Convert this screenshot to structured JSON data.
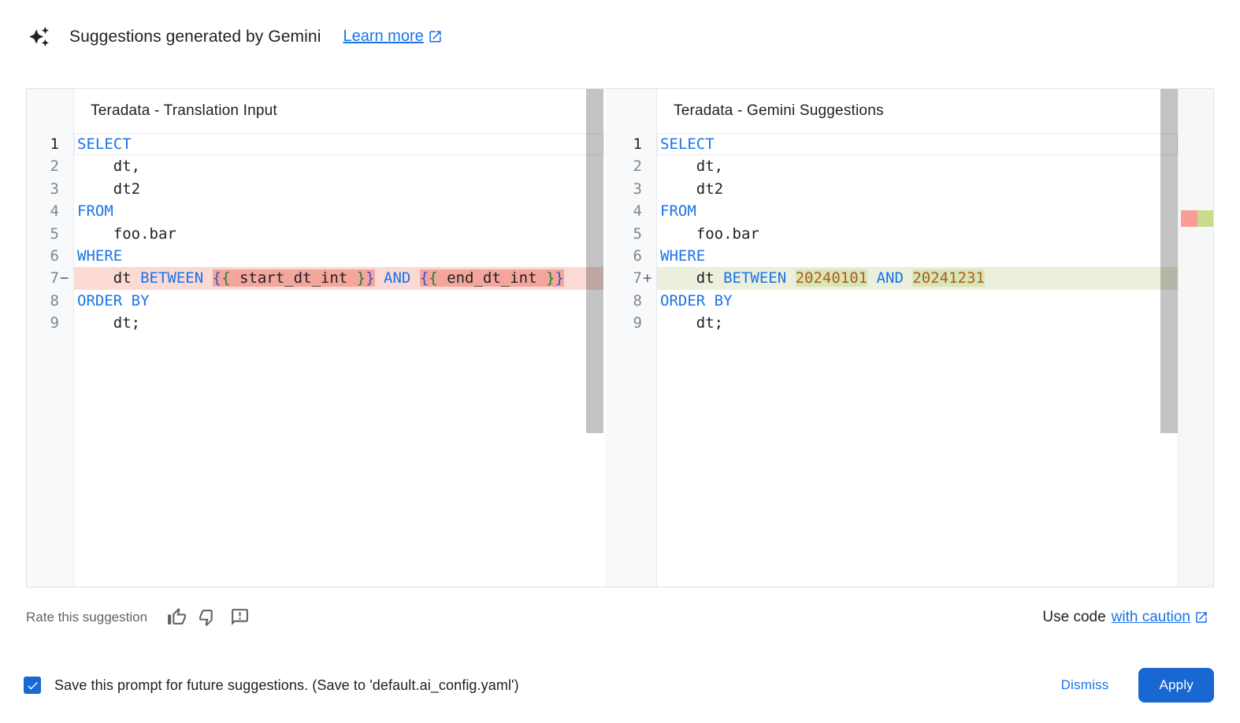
{
  "colors": {
    "link": "#1a73e8",
    "apply_button_bg": "#1967d2",
    "checkbox_bg": "#1967d2",
    "keyword": "#1a73e8",
    "number_literal": "#a8601a",
    "brace_outer": "#3551c9",
    "brace_inner": "#188038",
    "del_line_bg": "#fbd9d5",
    "del_word_bg": "#f5a69c",
    "add_line_bg": "#eaf0dc",
    "add_word_bg": "#d9e5b8",
    "ruler_del": "#fb9d94",
    "ruler_add": "#c7dc8d"
  },
  "header": {
    "sparkle_icon": "gemini-sparkle",
    "title": "Suggestions generated by Gemini",
    "learn_more_label": "Learn more",
    "external_link_icon": "open-in-new"
  },
  "diff_view": {
    "panels": [
      {
        "title": "Teradata - Translation Input",
        "side": "translation-input",
        "lines": [
          {
            "n": 1,
            "tokens": [
              [
                "kw",
                "SELECT"
              ]
            ]
          },
          {
            "n": 2,
            "tokens": [
              [
                "pl",
                "    dt,"
              ]
            ]
          },
          {
            "n": 3,
            "tokens": [
              [
                "pl",
                "    dt2"
              ]
            ]
          },
          {
            "n": 4,
            "tokens": [
              [
                "kw",
                "FROM"
              ]
            ]
          },
          {
            "n": 5,
            "tokens": [
              [
                "pl",
                "    foo.bar"
              ]
            ]
          },
          {
            "n": 6,
            "tokens": [
              [
                "kw",
                "WHERE"
              ]
            ]
          },
          {
            "n": 7,
            "diff": "del",
            "sign": "−",
            "tokens": [
              [
                "pl",
                "    dt "
              ],
              [
                "kw",
                "BETWEEN"
              ],
              [
                "pl",
                " "
              ],
              [
                "bo",
                "{",
                1
              ],
              [
                "bi",
                "{",
                1
              ],
              [
                "pl",
                " start_dt_int ",
                1
              ],
              [
                "bi",
                "}",
                1
              ],
              [
                "bo",
                "}",
                1
              ],
              [
                "pl",
                " "
              ],
              [
                "kw",
                "AND"
              ],
              [
                "pl",
                " "
              ],
              [
                "bo",
                "{",
                1
              ],
              [
                "bi",
                "{",
                1
              ],
              [
                "pl",
                " end_dt_int ",
                1
              ],
              [
                "bi",
                "}",
                1
              ],
              [
                "bo",
                "}",
                1
              ]
            ]
          },
          {
            "n": 8,
            "tokens": [
              [
                "kw",
                "ORDER BY"
              ]
            ]
          },
          {
            "n": 9,
            "tokens": [
              [
                "pl",
                "    dt;"
              ]
            ]
          }
        ]
      },
      {
        "title": "Teradata - Gemini Suggestions",
        "side": "gemini-suggestions",
        "lines": [
          {
            "n": 1,
            "tokens": [
              [
                "kw",
                "SELECT"
              ]
            ]
          },
          {
            "n": 2,
            "tokens": [
              [
                "pl",
                "    dt,"
              ]
            ]
          },
          {
            "n": 3,
            "tokens": [
              [
                "pl",
                "    dt2"
              ]
            ]
          },
          {
            "n": 4,
            "tokens": [
              [
                "kw",
                "FROM"
              ]
            ]
          },
          {
            "n": 5,
            "tokens": [
              [
                "pl",
                "    foo.bar"
              ]
            ]
          },
          {
            "n": 6,
            "tokens": [
              [
                "kw",
                "WHERE"
              ]
            ]
          },
          {
            "n": 7,
            "diff": "add",
            "sign": "+",
            "tokens": [
              [
                "pl",
                "    dt "
              ],
              [
                "kw",
                "BETWEEN"
              ],
              [
                "pl",
                " "
              ],
              [
                "num",
                "20240101",
                1
              ],
              [
                "pl",
                " "
              ],
              [
                "kw",
                "AND"
              ],
              [
                "pl",
                " "
              ],
              [
                "num",
                "20241231",
                1
              ]
            ]
          },
          {
            "n": 8,
            "tokens": [
              [
                "kw",
                "ORDER BY"
              ]
            ]
          },
          {
            "n": 9,
            "tokens": [
              [
                "pl",
                "    dt;"
              ]
            ]
          }
        ]
      }
    ]
  },
  "rating": {
    "label": "Rate this suggestion",
    "thumb_up_icon": "thumb-up",
    "thumb_down_icon": "thumb-down",
    "feedback_icon": "feedback"
  },
  "use_code": {
    "text": "Use code",
    "link_label": "with caution"
  },
  "footer": {
    "save_checkbox_checked": true,
    "save_label": "Save this prompt for future suggestions. (Save to 'default.ai_config.yaml')",
    "dismiss_label": "Dismiss",
    "apply_label": "Apply"
  }
}
